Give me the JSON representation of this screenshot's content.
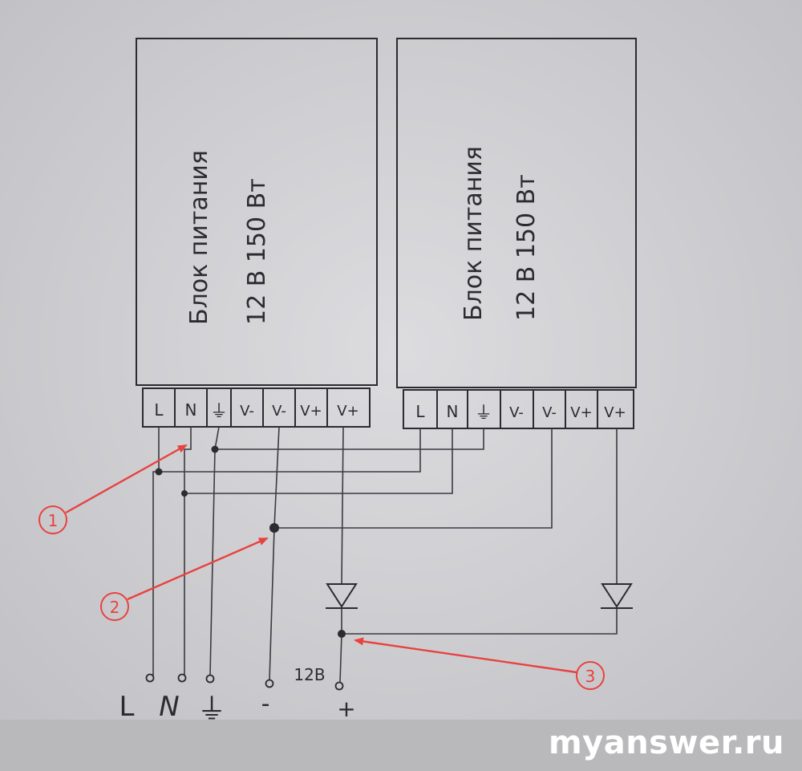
{
  "psu_left": {
    "title": "Блок питания",
    "spec": "12 В  150 Вт",
    "terminals": [
      "L",
      "N",
      "⏚",
      "V-",
      "V-",
      "V+",
      "V+"
    ]
  },
  "psu_right": {
    "title": "Блок питания",
    "spec": "12 В  150 Вт",
    "terminals": [
      "L",
      "N",
      "⏚",
      "V-",
      "V-",
      "V+",
      "V+"
    ]
  },
  "callouts": [
    "1",
    "2",
    "3"
  ],
  "output_terminals": {
    "l": "L",
    "n": "N",
    "ground": "⏚",
    "minus": "-",
    "voltage": "12В",
    "plus": "+"
  },
  "watermark": "myanswer.ru",
  "colors": {
    "paper": "#cfcfd2",
    "ink": "#2b2b30",
    "annotation": "#e8423f"
  }
}
